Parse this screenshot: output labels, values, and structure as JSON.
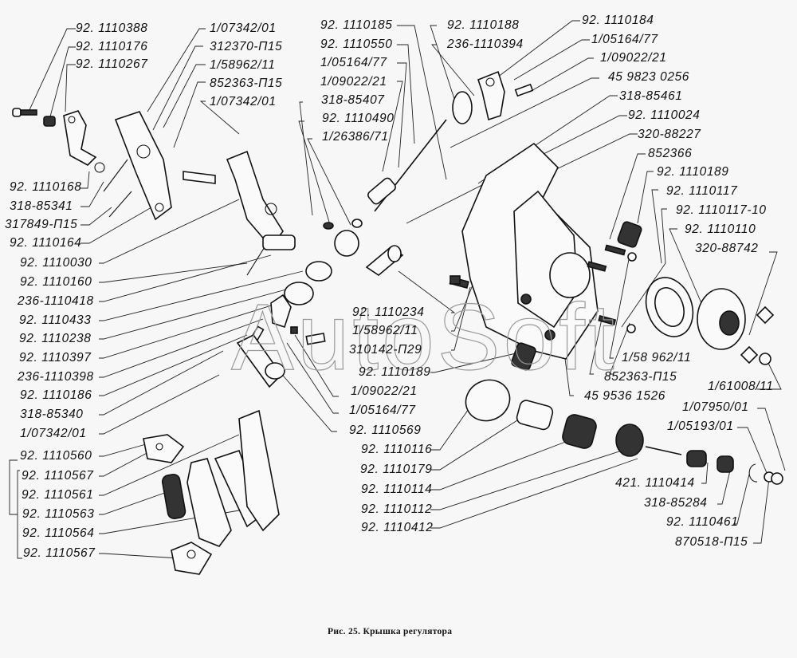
{
  "figure": {
    "caption": "Рис. 25.  Крышка регулятора",
    "watermark": "AutoSoft"
  },
  "callouts": {
    "top_left": [
      "92. 1110388",
      "92. 1110176",
      "92. 1110267"
    ],
    "top_left_center": [
      "1/07342/01",
      "312370-П15",
      "1/58962/11",
      "852363-П15",
      "1/07342/01"
    ],
    "top_center": [
      "92. 1110185",
      "92. 1110550",
      "1/05164/77",
      "1/09022/21",
      "318-85407",
      "92. 1110490",
      "1/26386/71"
    ],
    "top_center_right": [
      "92. 1110188",
      "236-1110394"
    ],
    "top_right": [
      "92. 1110184",
      "1/05164/77",
      "1/09022/21",
      "45 9823 0256",
      "318-85461",
      "92. 1110024",
      "320-88227",
      "852366",
      "92. 1110189",
      "92. 1110117",
      "92. 1110117-10",
      "92. 1110110",
      "320-88742"
    ],
    "left_column": [
      "92. 1110168",
      "318-85341",
      "317849-П15",
      "92. 1110164",
      "92. 1110030",
      "92. 1110160",
      "236-1110418",
      "92. 1110433",
      "92. 1110238",
      "92. 1110397",
      "236-1110398",
      "92. 1110186",
      "318-85340",
      "1/07342/01",
      "92. 1110560",
      "92. 1110567",
      "92. 1110561",
      "92. 1110563",
      "92. 1110564",
      "92. 1110567"
    ],
    "center": [
      "92. 1110234",
      "1/58962/11",
      "310142-П29",
      "92. 1110189",
      "1/09022/21",
      "1/05164/77",
      "92. 1110569"
    ],
    "center_bottom": [
      "92. 1110116",
      "92. 1110179",
      "92. 1110114",
      "92. 1110112",
      "92. 1110412"
    ],
    "right_middle": [
      "1/58 962/11",
      "852363-П15",
      "45 9536 1526",
      "1/61008/11",
      "1/07950/01",
      "1/05193/01"
    ],
    "bottom_right": [
      "421. 1110414",
      "318-85284",
      "92. 1110461",
      "870518-П15"
    ]
  }
}
